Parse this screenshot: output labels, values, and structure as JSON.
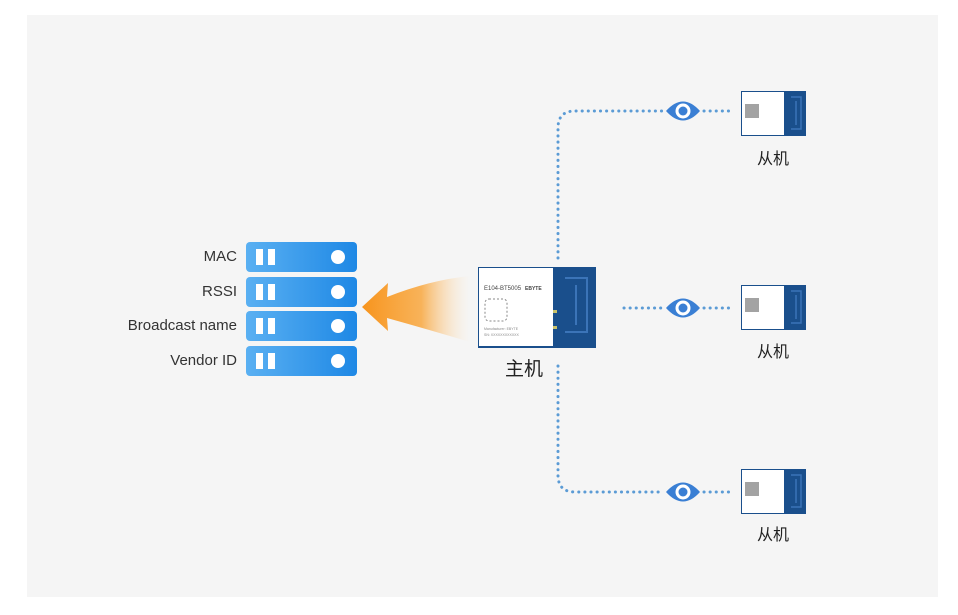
{
  "fields": [
    {
      "label": "MAC"
    },
    {
      "label": "RSSI"
    },
    {
      "label": "Broadcast name"
    },
    {
      "label": "Vendor ID"
    }
  ],
  "host": {
    "label": "主机",
    "module_model": "E104-BT5005",
    "brand": "EBYTE",
    "manufacturer_text": "Manufacturer: EBYTE",
    "sn_text": "SN: XXXXXXXXXXXX"
  },
  "slaves": [
    {
      "label": "从机"
    },
    {
      "label": "从机"
    },
    {
      "label": "从机"
    }
  ],
  "colors": {
    "server": "#2b8fe6",
    "arrow": "#f7941d",
    "dots": "#5b9bd5",
    "eye": "#3a7fd4",
    "pcb": "#1a4f8c",
    "background": "#f5f5f5"
  },
  "icons": {
    "server": "server-rack-icon",
    "eye": "eye-icon",
    "arrow": "arrow-left-icon"
  }
}
